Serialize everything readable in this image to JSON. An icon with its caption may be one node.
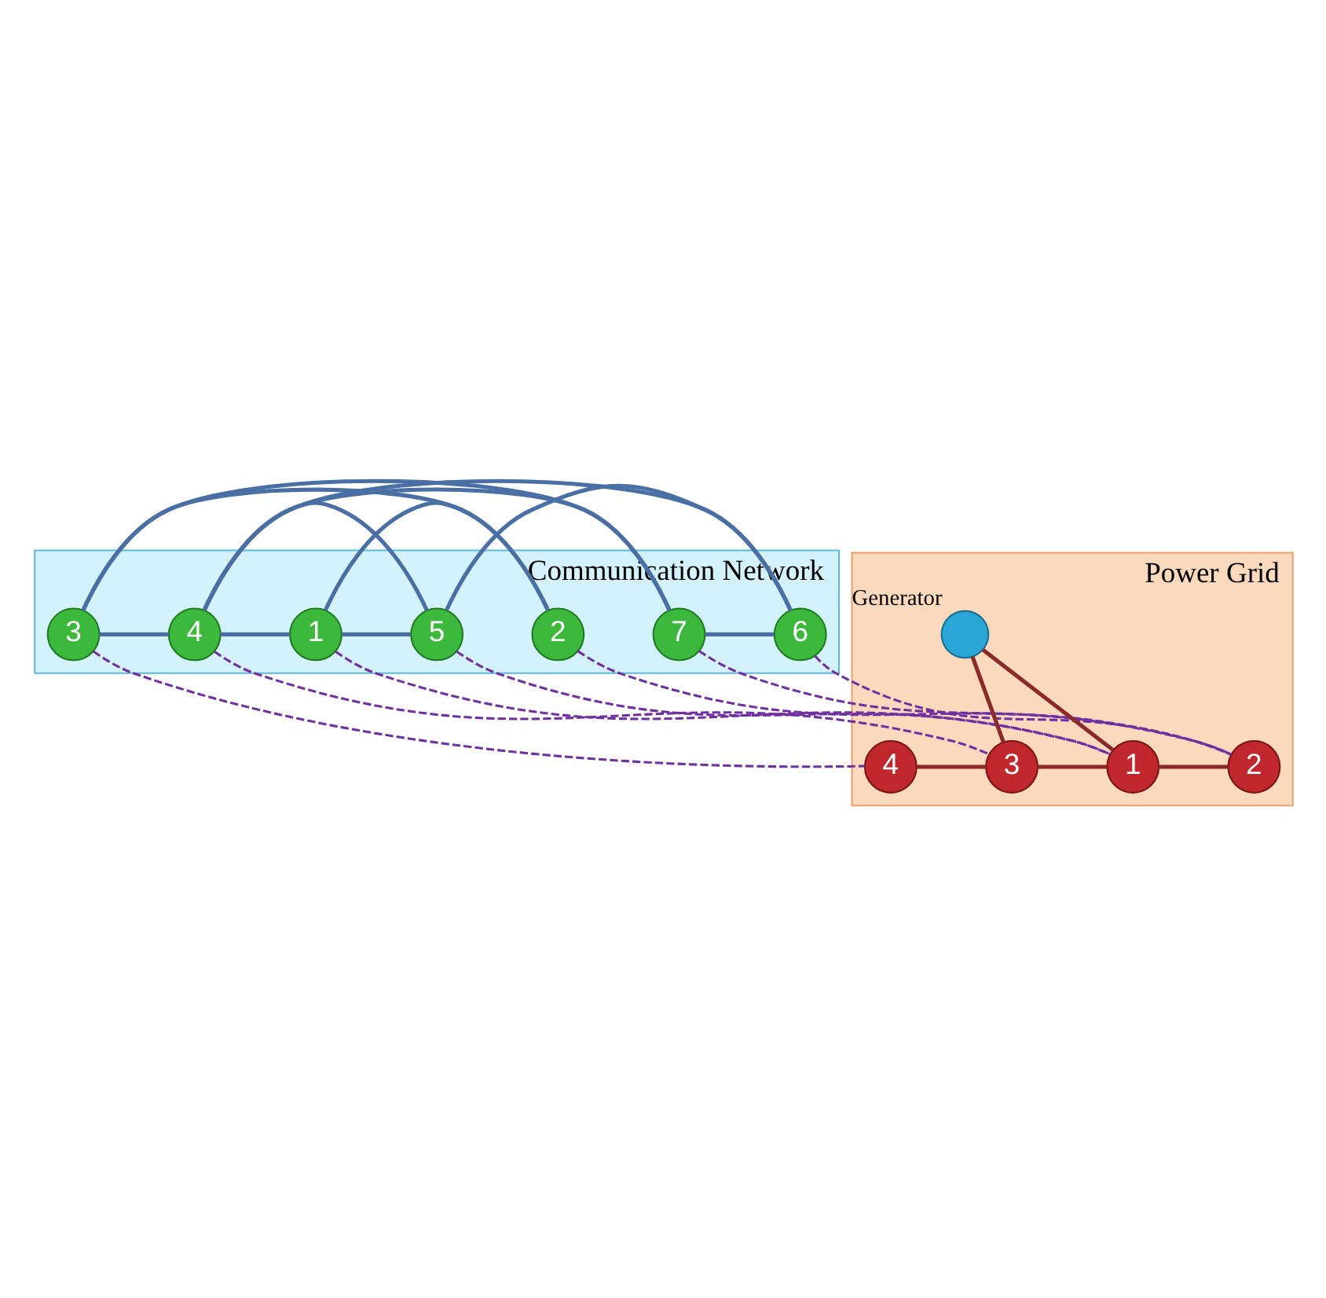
{
  "diagram": {
    "nodes": [
      {
        "text": [
          "Communication Network"
        ]
      },
      {
        "text": [
          "5"
        ],
        "in": 0
      },
      {
        "text": [
          "6"
        ],
        "in": 0
      },
      {
        "text": [
          "7"
        ],
        "in": 0
      },
      {
        "text": [
          "4"
        ],
        "in": 0
      },
      {
        "text": [
          "3"
        ],
        "in": 0
      },
      {
        "text": [
          "1"
        ],
        "in": 0
      },
      {
        "text": [
          "2"
        ],
        "in": 0
      },
      {
        "text": [
          "Power Grid"
        ]
      },
      {
        "text": [
          "1"
        ],
        "in": 8
      },
      {
        "text": [
          "2"
        ],
        "in": 8
      },
      {
        "text": [
          "3"
        ],
        "in": 8
      },
      {
        "text": [
          "4"
        ],
        "in": 8
      },
      {
        "text": [],
        "shape": "circle",
        "beside": [
          "Generator"
        ],
        "in": 8
      }
    ],
    "edges": [
      {
        "from": 1,
        "to": 2,
        "arrow": "none"
      },
      {
        "from": 1,
        "to": 4,
        "arrow": "none"
      },
      {
        "from": 1,
        "to": 6,
        "arrow": "none"
      },
      {
        "from": 2,
        "to": 4,
        "arrow": "none"
      },
      {
        "from": 2,
        "to": 3,
        "arrow": "none"
      },
      {
        "from": 3,
        "to": 4,
        "arrow": "none"
      },
      {
        "from": 3,
        "to": 5,
        "arrow": "none"
      },
      {
        "from": 4,
        "to": 6,
        "arrow": "none"
      },
      {
        "from": 4,
        "to": 5,
        "arrow": "none"
      },
      {
        "from": 6,
        "to": 7,
        "arrow": "none"
      },
      {
        "from": 7,
        "to": 5,
        "arrow": "none"
      },
      {
        "from": 9,
        "to": 10,
        "arrow": "none",
        "color": "#8b2a2a"
      },
      {
        "from": 9,
        "to": 11,
        "arrow": "none",
        "color": "#8b2a2a"
      },
      {
        "from": 9,
        "to": 13,
        "arrow": "none",
        "color": "#8b2a2a"
      },
      {
        "from": 13,
        "to": 11,
        "arrow": "none",
        "color": "#8b2a2a"
      },
      {
        "from": 11,
        "to": 12,
        "arrow": "none",
        "color": "#8b2a2a"
      },
      {
        "from": 6,
        "to": 9,
        "arrow": "none",
        "style": "dashed",
        "color": "#7030a0"
      },
      {
        "from": 1,
        "to": 9,
        "arrow": "none",
        "style": "dashed",
        "color": "#7030a0"
      },
      {
        "from": 4,
        "to": 11,
        "arrow": "none",
        "style": "dashed",
        "color": "#7030a0"
      },
      {
        "from": 7,
        "to": 10,
        "arrow": "none",
        "style": "dashed",
        "color": "#7030a0"
      },
      {
        "from": 2,
        "to": 10,
        "arrow": "none",
        "style": "dashed",
        "color": "#7030a0"
      },
      {
        "from": 3,
        "to": 10,
        "arrow": "none",
        "style": "dashed",
        "color": "#7030a0"
      },
      {
        "from": 5,
        "to": 12,
        "arrow": "none",
        "style": "dashed",
        "color": "#7030a0"
      }
    ]
  }
}
